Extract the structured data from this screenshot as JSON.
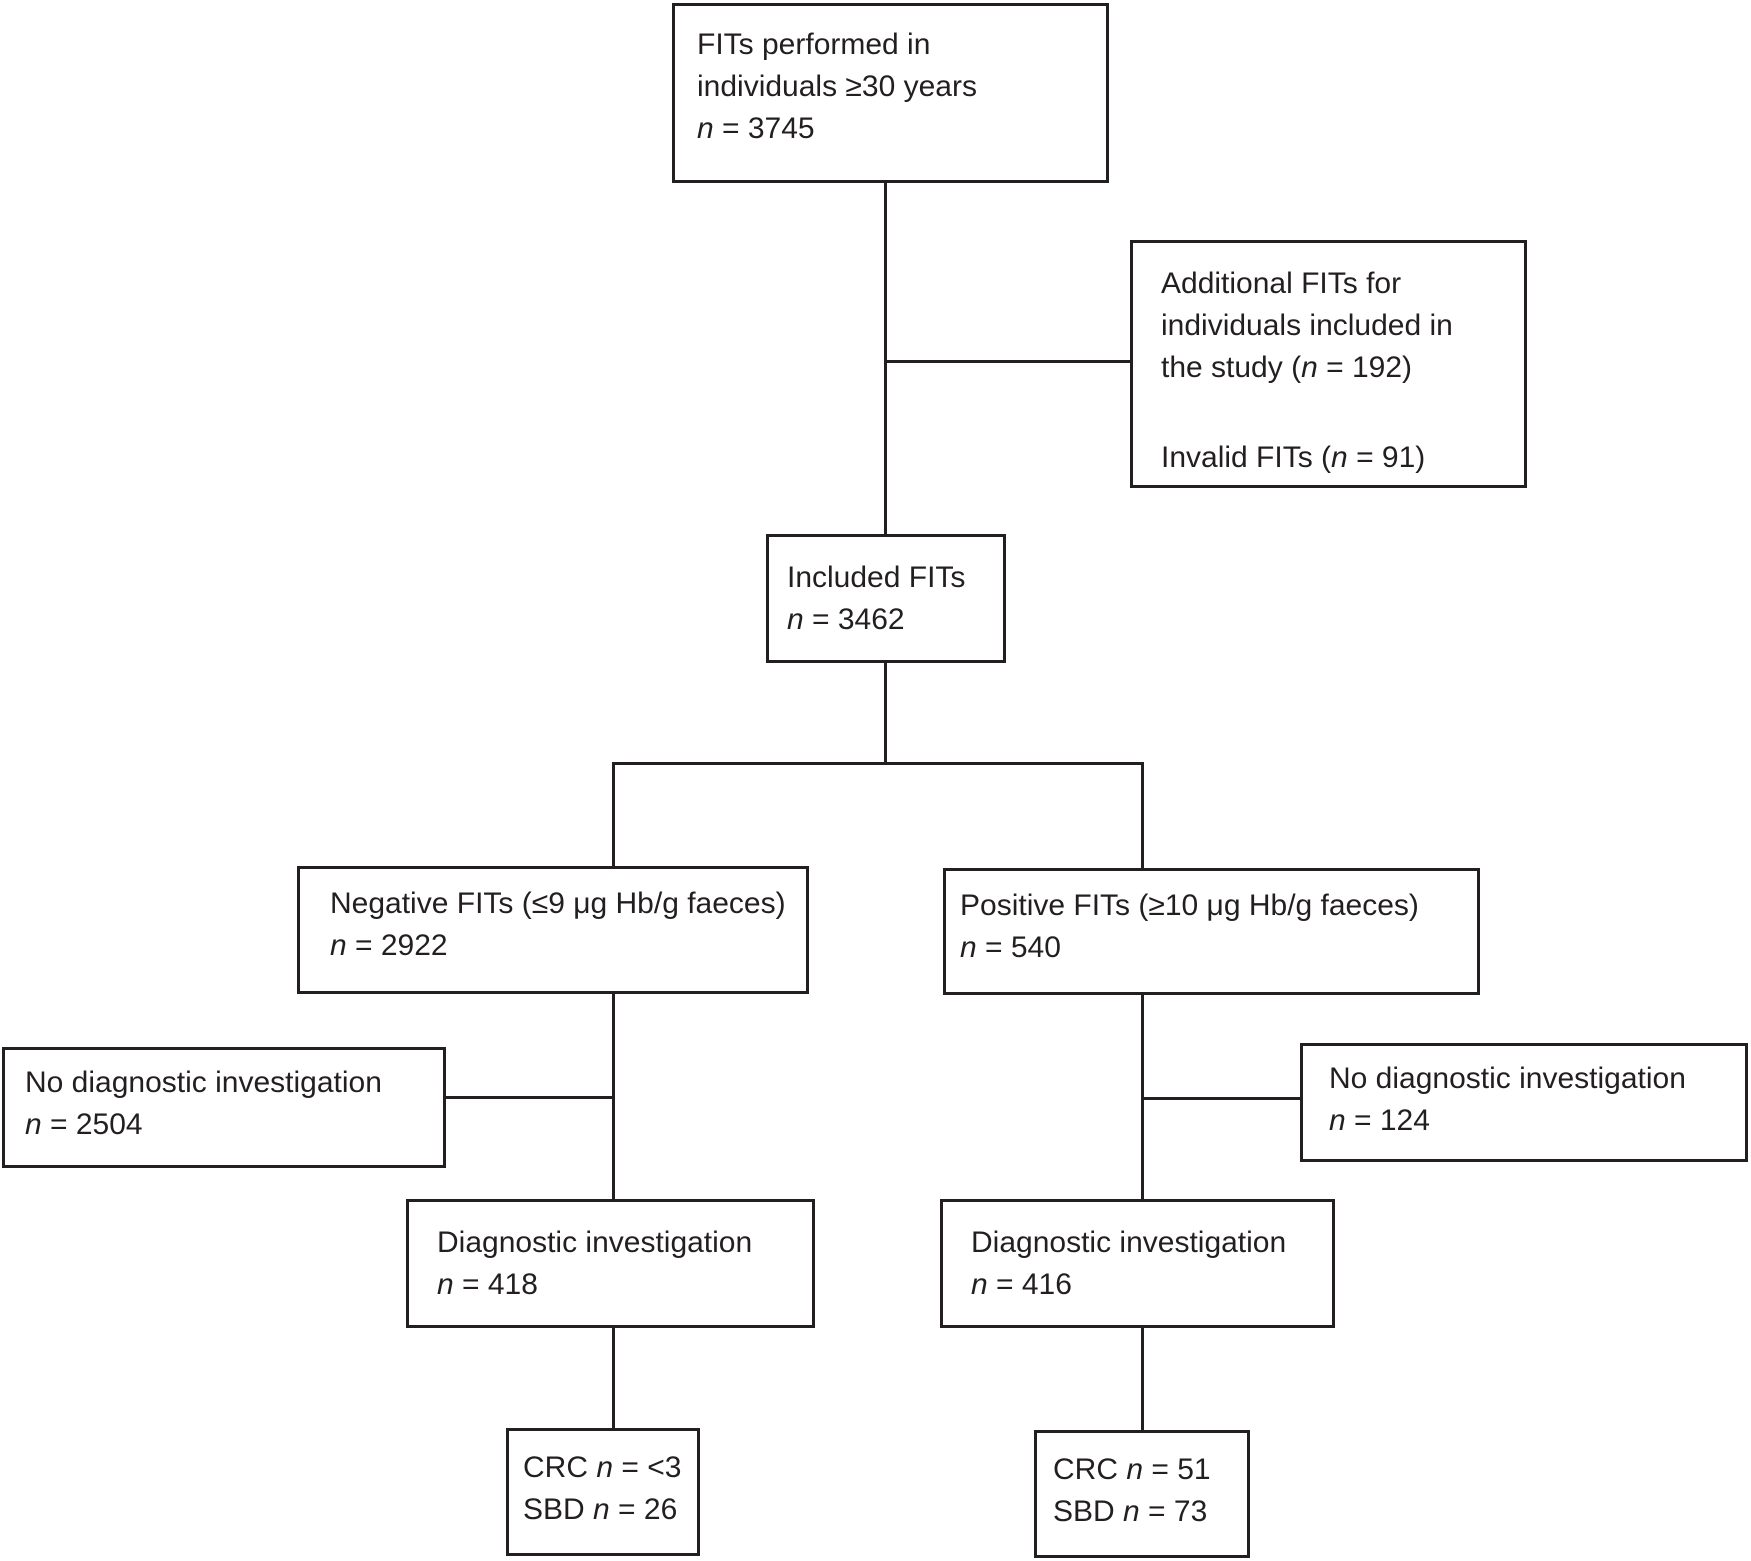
{
  "meta": {
    "background_color": "#ffffff",
    "line_color": "#231f20",
    "text_color": "#231f20"
  },
  "diagram": {
    "type": "flowchart",
    "boxes": {
      "fits_performed": {
        "name": "FITs performed",
        "lines": [
          [
            {
              "t": "FITs performed in"
            }
          ],
          [
            {
              "t": "individuals ≥30 years"
            }
          ],
          [
            {
              "t": "n",
              "i": true
            },
            {
              "t": " = 3745"
            }
          ]
        ]
      },
      "additional_invalid_fits": {
        "name": "Additional / invalid FITs (excluded)",
        "lines": [
          [
            {
              "t": "Additional FITs for"
            }
          ],
          [
            {
              "t": "individuals included in"
            }
          ],
          [
            {
              "t": "the study ("
            },
            {
              "t": "n",
              "i": true
            },
            {
              "t": " = 192)"
            }
          ],
          [],
          [
            {
              "t": "Invalid FITs ("
            },
            {
              "t": "n",
              "i": true
            },
            {
              "t": " = 91)"
            }
          ]
        ]
      },
      "included_fits": {
        "name": "Included FITs",
        "lines": [
          [
            {
              "t": "Included FITs"
            }
          ],
          [
            {
              "t": "n",
              "i": true
            },
            {
              "t": " = 3462"
            }
          ]
        ]
      },
      "negative_fits": {
        "name": "Negative FITs",
        "lines": [
          [
            {
              "t": "Negative FITs (≤9 μg Hb/g faeces)"
            }
          ],
          [
            {
              "t": "n",
              "i": true
            },
            {
              "t": " = 2922"
            }
          ]
        ]
      },
      "positive_fits": {
        "name": "Positive FITs",
        "lines": [
          [
            {
              "t": "Positive FITs (≥10 μg Hb/g faeces)"
            }
          ],
          [
            {
              "t": "n",
              "i": true
            },
            {
              "t": " = 540"
            }
          ]
        ]
      },
      "no_diagnostic_negative": {
        "name": "No diagnostic investigation (negative arm)",
        "lines": [
          [
            {
              "t": "No diagnostic investigation"
            }
          ],
          [
            {
              "t": "n",
              "i": true
            },
            {
              "t": " = 2504"
            }
          ]
        ]
      },
      "no_diagnostic_positive": {
        "name": "No diagnostic investigation (positive arm)",
        "lines": [
          [
            {
              "t": "No diagnostic investigation"
            }
          ],
          [
            {
              "t": "n",
              "i": true
            },
            {
              "t": " = 124"
            }
          ]
        ]
      },
      "diagnostic_negative": {
        "name": "Diagnostic investigation (negative arm)",
        "lines": [
          [
            {
              "t": "Diagnostic investigation"
            }
          ],
          [
            {
              "t": "n",
              "i": true
            },
            {
              "t": " = 418"
            }
          ]
        ]
      },
      "diagnostic_positive": {
        "name": "Diagnostic investigation (positive arm)",
        "lines": [
          [
            {
              "t": "Diagnostic investigation"
            }
          ],
          [
            {
              "t": "n",
              "i": true
            },
            {
              "t": " = 416"
            }
          ]
        ]
      },
      "outcomes_negative": {
        "name": "Outcomes negative arm",
        "lines": [
          [
            {
              "t": "CRC "
            },
            {
              "t": "n",
              "i": true
            },
            {
              "t": " = <3"
            }
          ],
          [
            {
              "t": "SBD "
            },
            {
              "t": "n",
              "i": true
            },
            {
              "t": " = 26"
            }
          ]
        ]
      },
      "outcomes_positive": {
        "name": "Outcomes positive arm",
        "lines": [
          [
            {
              "t": "CRC "
            },
            {
              "t": "n",
              "i": true
            },
            {
              "t": " = 51"
            }
          ],
          [
            {
              "t": "SBD "
            },
            {
              "t": "n",
              "i": true
            },
            {
              "t": " = 73"
            }
          ]
        ]
      }
    },
    "edges": [
      {
        "from": "fits_performed",
        "to": "included_fits"
      },
      {
        "from": "fits_performed",
        "to": "additional_invalid_fits"
      },
      {
        "from": "included_fits",
        "to": "negative_fits"
      },
      {
        "from": "included_fits",
        "to": "positive_fits"
      },
      {
        "from": "negative_fits",
        "to": "no_diagnostic_negative"
      },
      {
        "from": "negative_fits",
        "to": "diagnostic_negative"
      },
      {
        "from": "diagnostic_negative",
        "to": "outcomes_negative"
      },
      {
        "from": "positive_fits",
        "to": "no_diagnostic_positive"
      },
      {
        "from": "positive_fits",
        "to": "diagnostic_positive"
      },
      {
        "from": "diagnostic_positive",
        "to": "outcomes_positive"
      }
    ]
  }
}
